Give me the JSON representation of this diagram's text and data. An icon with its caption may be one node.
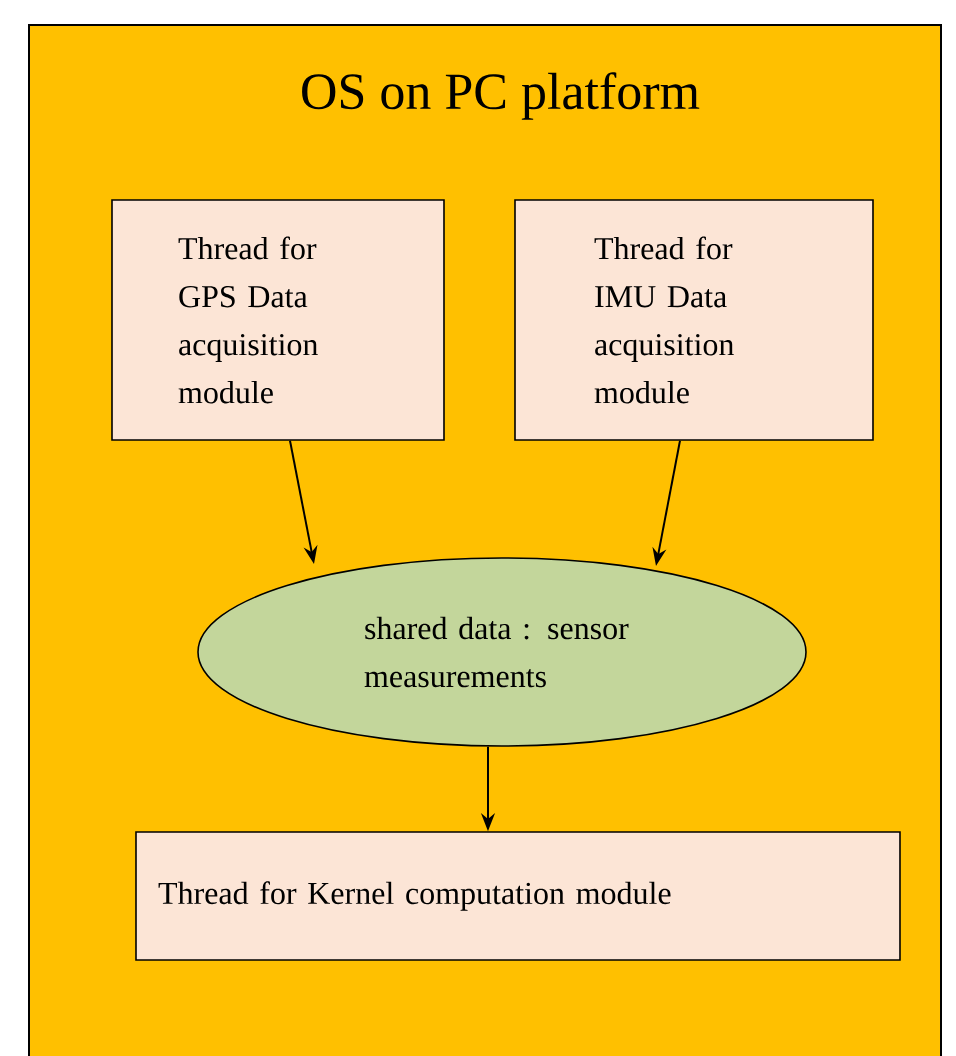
{
  "diagram": {
    "nodes": [
      {
        "text": [
          "OS on PC platform"
        ]
      },
      {
        "text": [
          "Thread for GPS Data acquisition module"
        ],
        "in": 0
      },
      {
        "text": [
          "Thread for IMU Data acquisition module"
        ],
        "in": 0
      },
      {
        "text": [
          "shared data : sensor measurements"
        ],
        "in": 0
      },
      {
        "text": [
          "Thread for Kernel computation module"
        ],
        "in": 0
      }
    ],
    "edges": [
      {
        "from": 1,
        "to": 3,
        "arrow": "to"
      },
      {
        "from": 2,
        "to": 3,
        "arrow": "to"
      },
      {
        "from": 3,
        "to": 4,
        "arrow": "to"
      }
    ]
  }
}
